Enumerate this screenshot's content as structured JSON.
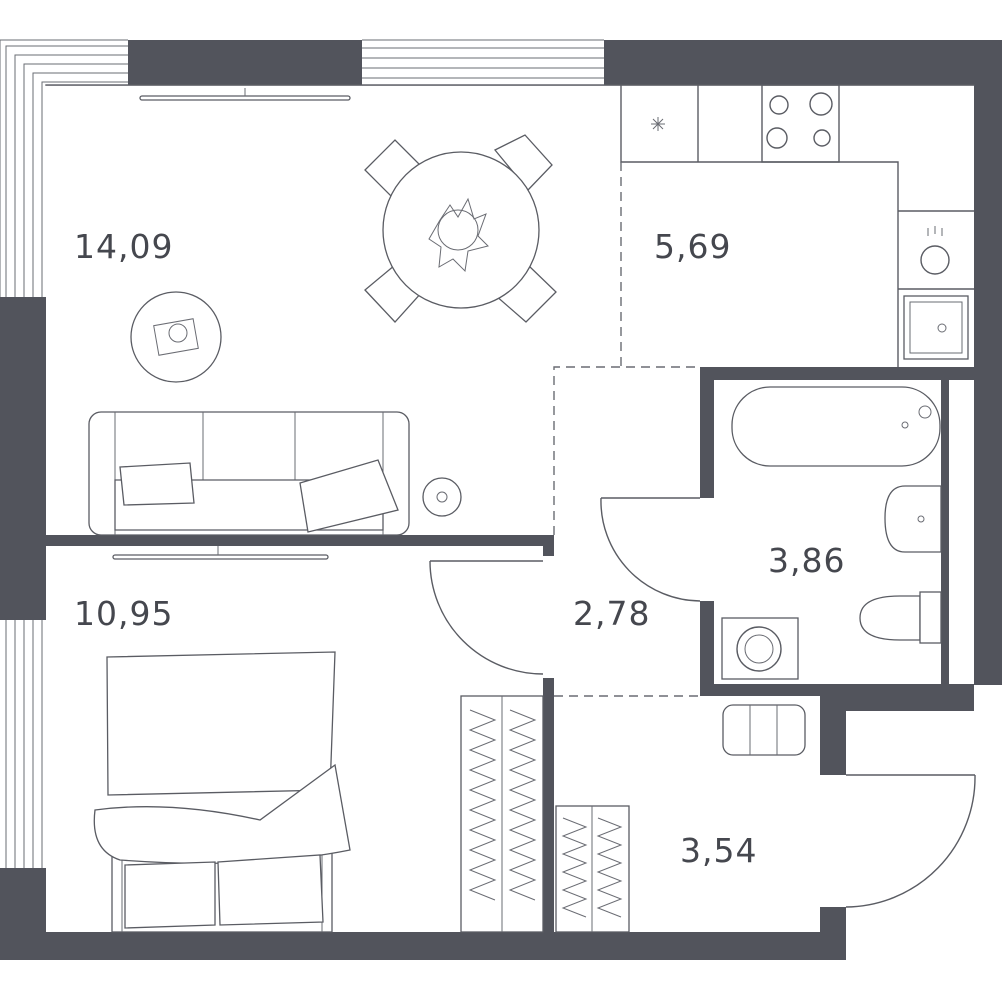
{
  "plan": {
    "rooms": [
      {
        "id": "living-room",
        "area": "14,09"
      },
      {
        "id": "kitchen",
        "area": "5,69"
      },
      {
        "id": "bedroom",
        "area": "10,95"
      },
      {
        "id": "hall",
        "area": "2,78"
      },
      {
        "id": "bathroom",
        "area": "3,86"
      },
      {
        "id": "entrance",
        "area": "3,54"
      }
    ],
    "colors": {
      "wall": "#52545c",
      "line": "#5a5c63",
      "background": "#ffffff"
    }
  }
}
